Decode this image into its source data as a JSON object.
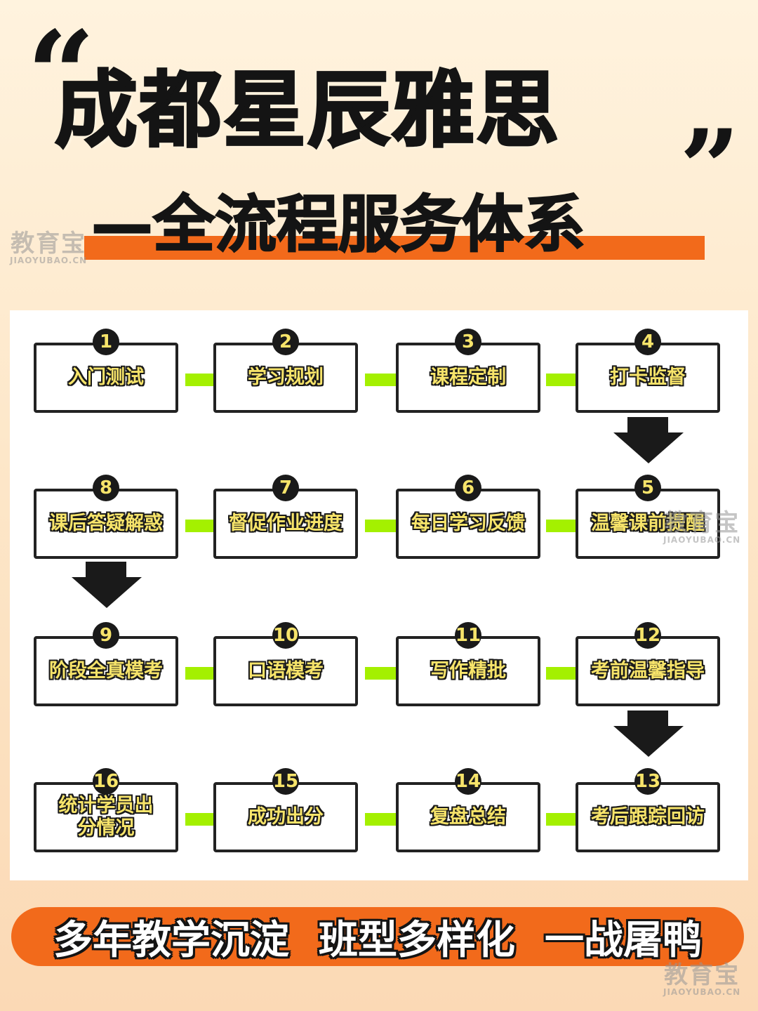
{
  "header": {
    "quote_open": "“",
    "quote_close": "”",
    "title": "成都星辰雅思",
    "subtitle": "—全流程服务体系"
  },
  "watermark": {
    "logo": "教育宝",
    "url": "JIAOYUBAO.CN"
  },
  "steps": [
    {
      "num": "1",
      "label": "入门测试"
    },
    {
      "num": "2",
      "label": "学习规划"
    },
    {
      "num": "3",
      "label": "课程定制"
    },
    {
      "num": "4",
      "label": "打卡监督"
    },
    {
      "num": "5",
      "label": "温馨课前提醒"
    },
    {
      "num": "6",
      "label": "每日学习反馈"
    },
    {
      "num": "7",
      "label": "督促作业进度"
    },
    {
      "num": "8",
      "label": "课后答疑解惑"
    },
    {
      "num": "9",
      "label": "阶段全真模考"
    },
    {
      "num": "10",
      "label": "口语模考"
    },
    {
      "num": "11",
      "label": "写作精批"
    },
    {
      "num": "12",
      "label": "考前温馨指导"
    },
    {
      "num": "13",
      "label": "考后跟踪回访"
    },
    {
      "num": "14",
      "label": "复盘总结"
    },
    {
      "num": "15",
      "label": "成功出分"
    },
    {
      "num": "16",
      "label": "统计学员出分情况"
    }
  ],
  "slogan": {
    "part1": "多年教学沉淀",
    "part2": "班型多样化",
    "part3": "一战屠鸭"
  },
  "colors": {
    "accent_orange": "#f26a1b",
    "connector_green": "#a4f000",
    "label_yellow": "#f7e46a"
  }
}
